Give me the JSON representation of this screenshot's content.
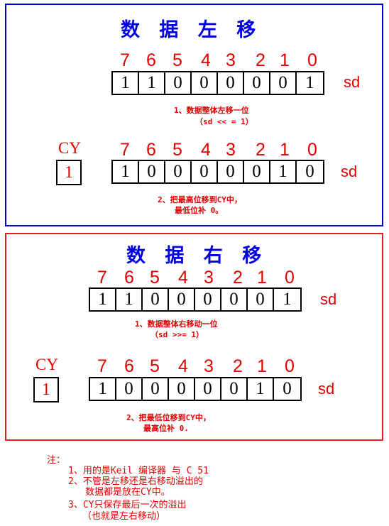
{
  "left_panel": {
    "title": "数 据 左 移",
    "indices": [
      "7",
      "6",
      "5",
      "4",
      "3",
      "2",
      "1",
      "0"
    ],
    "reg1": [
      "1",
      "1",
      "0",
      "0",
      "0",
      "0",
      "0",
      "1"
    ],
    "reg1_label": "sd",
    "caption1_line1": "1、数据整体左移一位",
    "caption1_line2": "（sd << = 1）",
    "cy_label": "CY",
    "cy_value": "1",
    "reg2": [
      "1",
      "0",
      "0",
      "0",
      "0",
      "0",
      "1",
      "0"
    ],
    "reg2_label": "sd",
    "caption2_line1": "2、把最高位移到CY中，",
    "caption2_line2": "最低位补 0。"
  },
  "right_panel": {
    "title": "数 据 右 移",
    "indices": [
      "7",
      "6",
      "5",
      "4",
      "3",
      "2",
      "1",
      "0"
    ],
    "reg1": [
      "1",
      "1",
      "0",
      "0",
      "0",
      "0",
      "0",
      "1"
    ],
    "reg1_label": "sd",
    "caption1_line1": "1、数据整体右移动一位",
    "caption1_line2": "（sd >>= 1）",
    "cy_label": "CY",
    "cy_value": "1",
    "reg2": [
      "1",
      "0",
      "0",
      "0",
      "0",
      "0",
      "1",
      "0"
    ],
    "reg2_label": "sd",
    "caption2_line1": "2、把最低位移到CY中，",
    "caption2_line2": "最高位补 0."
  },
  "notes": {
    "heading": "注：",
    "line1": "1、用的是Keil 编译器 与 C 51",
    "line2": "2、不管是左移还是右移动溢出的",
    "line3": "数据都是放在CY中。",
    "line4": "3、CY只保存最后一次的溢出",
    "line5": "（也就是左右移动）"
  },
  "colors": {
    "blue": "#0000c8",
    "red": "#e02020",
    "text_red": "#e00000"
  }
}
